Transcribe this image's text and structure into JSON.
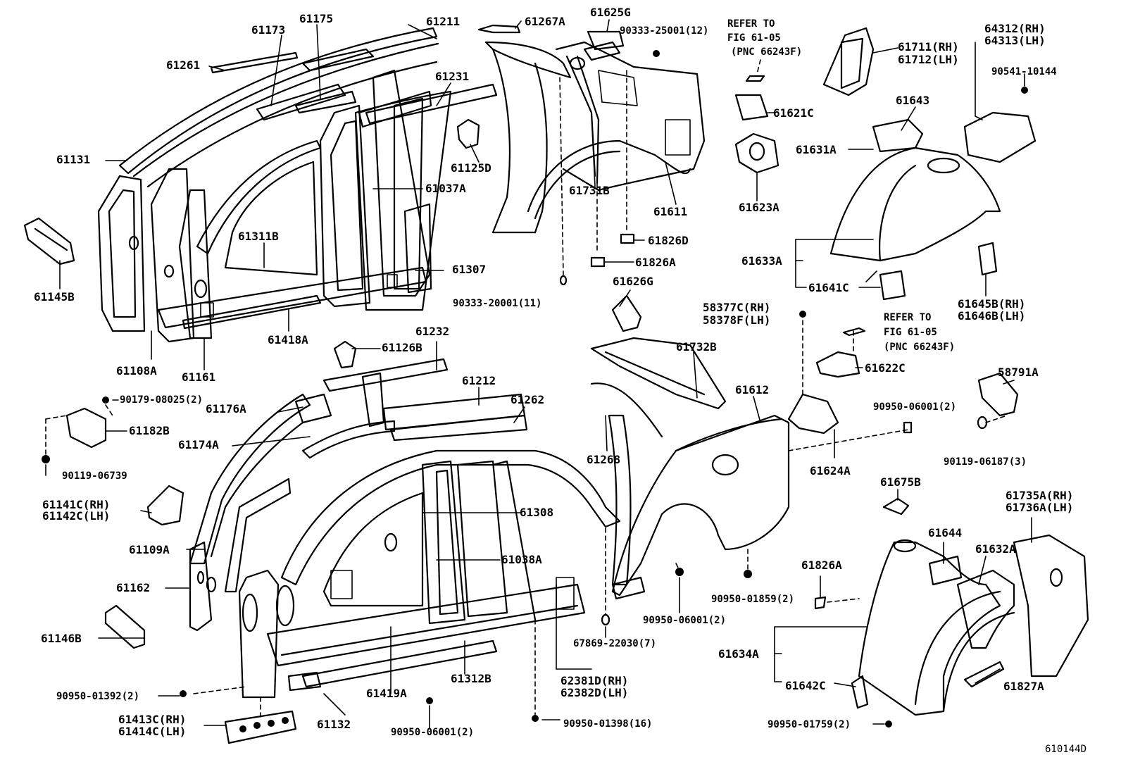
{
  "diagram_id": "610144D",
  "refer_notes": [
    {
      "line1": "REFER TO",
      "line2": "FIG 61-05",
      "line3": "(PNC 66243F)"
    },
    {
      "line1": "REFER TO",
      "line2": "FIG 61-05",
      "line3": "(PNC 66243F)"
    }
  ],
  "labels": {
    "p61173": "61173",
    "p61175": "61175",
    "p61211": "61211",
    "p61267A": "61267A",
    "p61625G": "61625G",
    "p90333_25001": "90333-25001(12)",
    "p61261": "61261",
    "p61231": "61231",
    "p61131": "61131",
    "p61125D": "61125D",
    "p61037A": "61037A",
    "p61731B": "61731B",
    "p61611": "61611",
    "p61145B": "61145B",
    "p61311B": "61311B",
    "p61307": "61307",
    "p61826D": "61826D",
    "p61826A_top": "61826A",
    "p90333_20001": "90333-20001(11)",
    "p61418A": "61418A",
    "p61108A": "61108A",
    "p61161": "61161",
    "p61626G": "61626G",
    "p61232": "61232",
    "p61126B": "61126B",
    "p61732B": "61732B",
    "p61612": "61612",
    "p90179_08025": "90179-08025(2)",
    "p61176A": "61176A",
    "p61212": "61212",
    "p61262": "61262",
    "p61182B": "61182B",
    "p61174A": "61174A",
    "p61268": "61268",
    "p90119_06739": "90119-06739",
    "p61141C": "61141C(RH)",
    "p61142C": "61142C(LH)",
    "p61308": "61308",
    "p61109A": "61109A",
    "p61038A": "61038A",
    "p61162": "61162",
    "p61146B": "61146B",
    "p90950_06001_mid": "90950-06001(2)",
    "p67869_22030": "67869-22030(7)",
    "p90950_01392": "90950-01392(2)",
    "p61419A": "61419A",
    "p61312B": "61312B",
    "p62381D": "62381D(RH)",
    "p62382D": "62382D(LH)",
    "p61413C": "61413C(RH)",
    "p61414C": "61414C(LH)",
    "p61132": "61132",
    "p90950_06001_bot": "90950-06001(2)",
    "p90950_01398": "90950-01398(16)",
    "p61711": "61711(RH)",
    "p61712": "61712(LH)",
    "p64312": "64312(RH)",
    "p64313": "64313(LH)",
    "p90541_10144": "90541-10144",
    "p61643": "61643",
    "p61621C": "61621C",
    "p61631A": "61631A",
    "p61623A": "61623A",
    "p61633A": "61633A",
    "p61641C": "61641C",
    "p61645B": "61645B(RH)",
    "p61646B": "61646B(LH)",
    "p58377C": "58377C(RH)",
    "p58378F": "58378F(LH)",
    "p61622C": "61622C",
    "p58791A": "58791A",
    "p90950_06001_right": "90950-06001(2)",
    "p61624A": "61624A",
    "p90119_06187": "90119-06187(3)",
    "p61675B": "61675B",
    "p61735A": "61735A(RH)",
    "p61736A": "61736A(LH)",
    "p61644": "61644",
    "p61632A": "61632A",
    "p61826A_bot": "61826A",
    "p90950_01859": "90950-01859(2)",
    "p61634A": "61634A",
    "p61642C": "61642C",
    "p61827A": "61827A",
    "p90950_01759": "90950-01759(2)"
  }
}
